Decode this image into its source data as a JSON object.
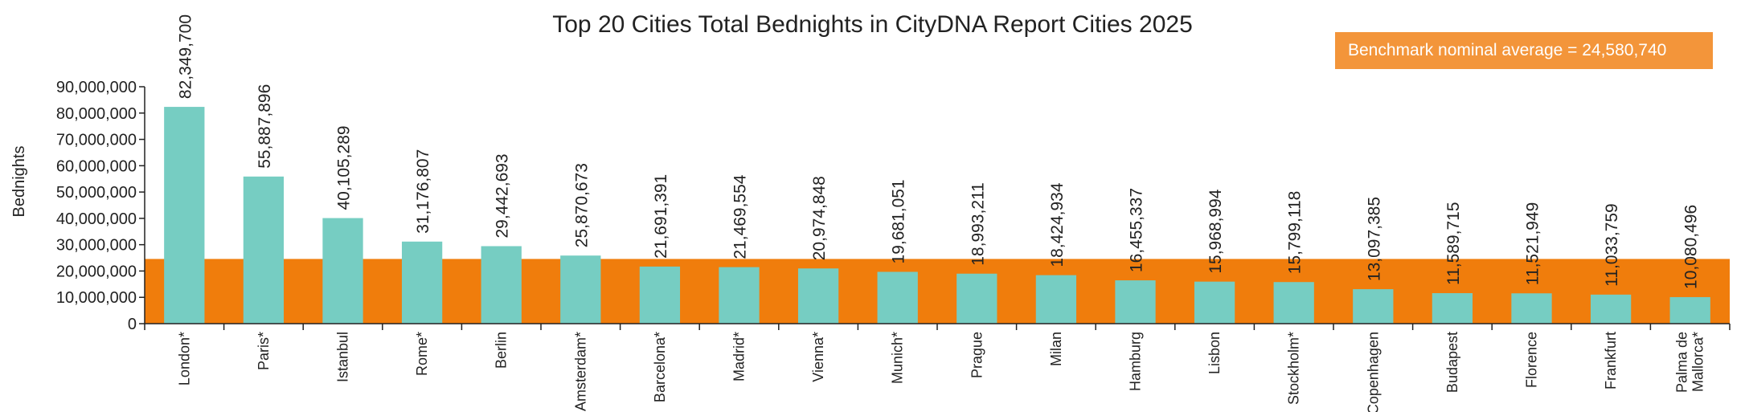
{
  "chart_data": {
    "type": "bar",
    "title": "Top 20 Cities Total Bednights in CityDNA Report Cities 2025",
    "ylabel": "Bednights",
    "xlabel": "",
    "ylim": [
      0,
      90000000
    ],
    "yticks": [
      0,
      10000000,
      20000000,
      30000000,
      40000000,
      50000000,
      60000000,
      70000000,
      80000000,
      90000000
    ],
    "ytick_labels": [
      "0",
      "10,000,000",
      "20,000,000",
      "30,000,000",
      "40,000,000",
      "50,000,000",
      "60,000,000",
      "70,000,000",
      "80,000,000",
      "90,000,000"
    ],
    "categories": [
      "London*",
      "Paris*",
      "Istanbul",
      "Rome*",
      "Berlin",
      "Amsterdam*",
      "Barcelona*",
      "Madrid*",
      "Vienna*",
      "Munich*",
      "Prague",
      "Milan",
      "Hamburg",
      "Lisbon",
      "Stockholm*",
      "Copenhagen",
      "Budapest",
      "Florence",
      "Frankfurt",
      "Palma de Mallorca*"
    ],
    "values": [
      82349700,
      55887896,
      40105289,
      31176807,
      29442693,
      25870673,
      21691391,
      21469554,
      20974848,
      19681051,
      18993211,
      18424934,
      16455337,
      15968994,
      15799118,
      13097385,
      11589715,
      11521949,
      11033759,
      10080496
    ],
    "value_labels": [
      "82,349,700",
      "55,887,896",
      "40,105,289",
      "31,176,807",
      "29,442,693",
      "25,870,673",
      "21,691,391",
      "21,469,554",
      "20,974,848",
      "19,681,051",
      "18,993,211",
      "18,424,934",
      "16,455,337",
      "15,968,994",
      "15,799,118",
      "13,097,385",
      "11,589,715",
      "11,521,949",
      "11,033,759",
      "10,080,496"
    ],
    "benchmark": {
      "label": "Benchmark nominal average = 24,580,740",
      "value": 24580740
    },
    "grid": false,
    "colors": {
      "bar": "#76CDC2",
      "benchmark_band": "#F07D0C",
      "benchmark_box": "#F3953A",
      "axis": "#222222",
      "text": "#222222"
    }
  }
}
